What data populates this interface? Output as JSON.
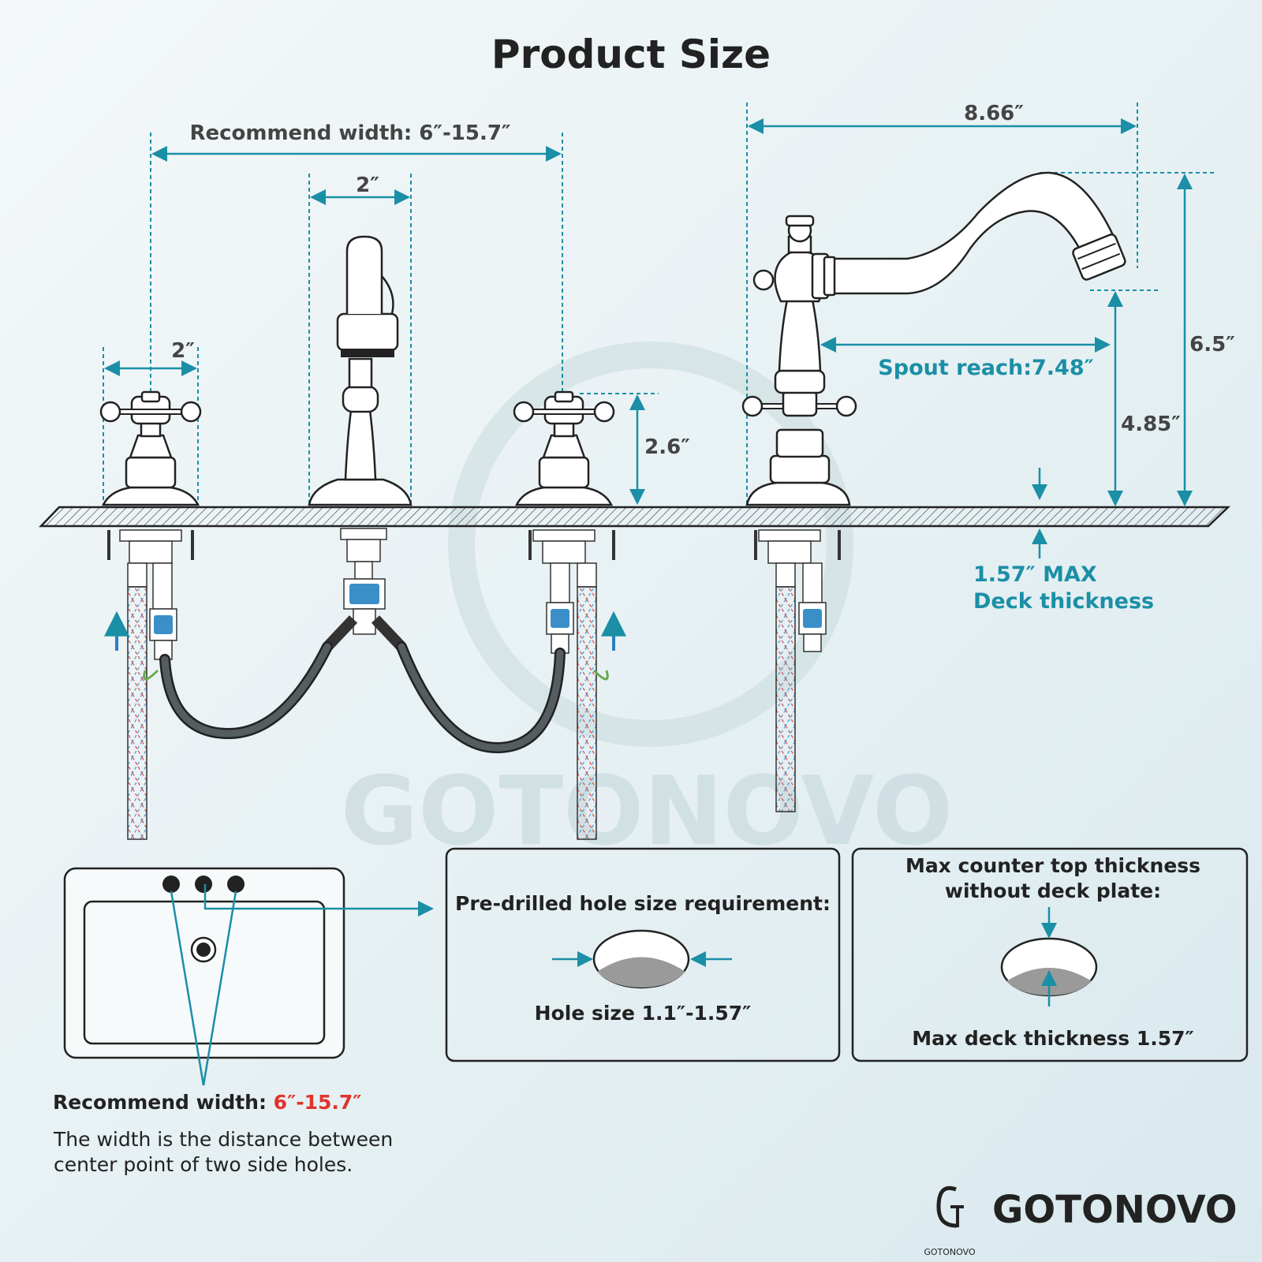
{
  "title": "Product Size",
  "dimensions": {
    "recommend_width_top": "Recommend width: 6″-15.7″",
    "handle_width_left": "2″",
    "spout_width": "2″",
    "handle_height": "2.6″",
    "overall_width": "8.66″",
    "spout_reach": "Spout reach:7.48″",
    "spout_height": "4.85″",
    "overall_height": "6.5″",
    "deck_max_line1": "1.57″ MAX",
    "deck_max_line2": "Deck thickness"
  },
  "watermark": "GOTONOVO",
  "hole_box": {
    "title": "Pre-drilled hole size requirement:",
    "label": "Hole size 1.1″-1.57″"
  },
  "counter_box": {
    "title_line1": "Max counter top thickness",
    "title_line2": "without deck plate:",
    "label": "Max deck thickness 1.57″"
  },
  "note": {
    "heading": "Recommend width: ",
    "heading_value": "6″-15.7″",
    "body_line1": "The width is the distance between",
    "body_line2": "center point of two side holes."
  },
  "brand": {
    "name": "GOTONOVO",
    "logo_small": "GOTONOVO"
  },
  "colors": {
    "accent": "#1a8fa6",
    "highlight": "#e0332a",
    "text": "#222222",
    "connector": "#3a8fc9"
  }
}
